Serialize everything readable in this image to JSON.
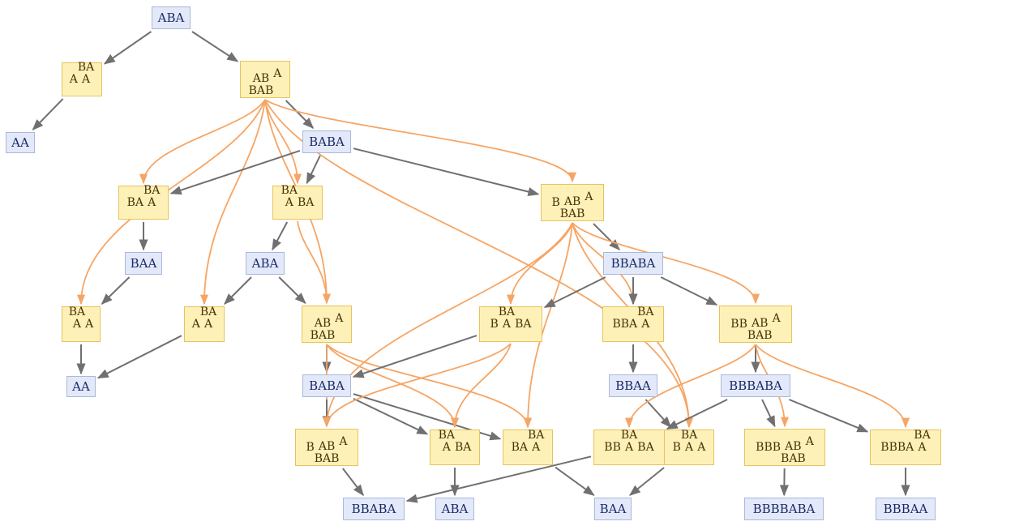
{
  "colors": {
    "blue_fill": "#e3e9f8",
    "blue_border": "#a9b8de",
    "yellow_fill": "#fdf1b8",
    "yellow_border": "#e8c35c",
    "gray_edge": "#707070",
    "orange_edge": "#f6a564"
  },
  "nodes": [
    {
      "id": "n_ABA_top",
      "kind": "blue",
      "text": "ABA"
    },
    {
      "id": "y_A_BA_A",
      "kind": "yellow",
      "parts": [
        {
          "t": "A"
        },
        {
          "s": [
            "BA",
            "A"
          ],
          "p": "up"
        }
      ]
    },
    {
      "id": "y_ABBAB_A_top",
      "kind": "yellow",
      "parts": [
        {
          "s": [
            "AB",
            "BAB"
          ],
          "p": "dn"
        },
        {
          "t": "A",
          "p": "up"
        }
      ]
    },
    {
      "id": "n_AA_1",
      "kind": "blue",
      "text": "AA"
    },
    {
      "id": "n_BABA_1",
      "kind": "blue",
      "text": "BABA"
    },
    {
      "id": "y_BA_BA_A",
      "kind": "yellow",
      "parts": [
        {
          "t": "BA"
        },
        {
          "s": [
            "BA",
            "A"
          ],
          "p": "up"
        }
      ]
    },
    {
      "id": "y_BAA_BA",
      "kind": "yellow",
      "parts": [
        {
          "s": [
            "BA",
            "A"
          ],
          "p": "up"
        },
        {
          "t": "BA"
        }
      ]
    },
    {
      "id": "y_B_ABBAB_A_1",
      "kind": "yellow",
      "parts": [
        {
          "t": "B"
        },
        {
          "s": [
            "AB",
            "BAB"
          ],
          "p": "dn"
        },
        {
          "t": "A",
          "p": "up"
        }
      ]
    },
    {
      "id": "n_BAA_1",
      "kind": "blue",
      "text": "BAA"
    },
    {
      "id": "n_ABA_2",
      "kind": "blue",
      "text": "ABA"
    },
    {
      "id": "n_BBABA_1",
      "kind": "blue",
      "text": "BBABA"
    },
    {
      "id": "y_BAA_A",
      "kind": "yellow",
      "parts": [
        {
          "s": [
            "BA",
            "A"
          ],
          "p": "up"
        },
        {
          "t": "A"
        }
      ]
    },
    {
      "id": "y_A_BA_A_2",
      "kind": "yellow",
      "parts": [
        {
          "t": "A"
        },
        {
          "s": [
            "BA",
            "A"
          ],
          "p": "up"
        }
      ]
    },
    {
      "id": "y_ABBAB_A_2",
      "kind": "yellow",
      "parts": [
        {
          "s": [
            "AB",
            "BAB"
          ],
          "p": "dn"
        },
        {
          "t": "A",
          "p": "up"
        }
      ]
    },
    {
      "id": "y_B_BAA_BA",
      "kind": "yellow",
      "parts": [
        {
          "t": "B"
        },
        {
          "s": [
            "BA",
            "A"
          ],
          "p": "up"
        },
        {
          "t": "BA"
        }
      ]
    },
    {
      "id": "y_BBA_BA_A",
      "kind": "yellow",
      "parts": [
        {
          "t": "BBA"
        },
        {
          "s": [
            "BA",
            "A"
          ],
          "p": "up"
        }
      ]
    },
    {
      "id": "y_BB_ABBAB_A",
      "kind": "yellow",
      "parts": [
        {
          "t": "BB"
        },
        {
          "s": [
            "AB",
            "BAB"
          ],
          "p": "dn"
        },
        {
          "t": "A",
          "p": "up"
        }
      ]
    },
    {
      "id": "n_AA_2",
      "kind": "blue",
      "text": "AA"
    },
    {
      "id": "n_BABA_2",
      "kind": "blue",
      "text": "BABA"
    },
    {
      "id": "n_BBAA",
      "kind": "blue",
      "text": "BBAA"
    },
    {
      "id": "n_BBBABA",
      "kind": "blue",
      "text": "BBBABA"
    },
    {
      "id": "y_B_ABBAB_A_2",
      "kind": "yellow",
      "parts": [
        {
          "t": "B"
        },
        {
          "s": [
            "AB",
            "BAB"
          ],
          "p": "dn"
        },
        {
          "t": "A",
          "p": "up"
        }
      ]
    },
    {
      "id": "y_BAA_BA_2",
      "kind": "yellow",
      "parts": [
        {
          "s": [
            "BA",
            "A"
          ],
          "p": "up"
        },
        {
          "t": "BA"
        }
      ]
    },
    {
      "id": "y_BA_BA_A_2",
      "kind": "yellow",
      "parts": [
        {
          "t": "BA"
        },
        {
          "s": [
            "BA",
            "A"
          ],
          "p": "up"
        }
      ]
    },
    {
      "id": "y_BB_BAA_BA",
      "kind": "yellow",
      "parts": [
        {
          "t": "BB"
        },
        {
          "s": [
            "BA",
            "A"
          ],
          "p": "up"
        },
        {
          "t": "BA"
        }
      ]
    },
    {
      "id": "y_B_BA_A_A",
      "kind": "yellow",
      "parts": [
        {
          "t": "B"
        },
        {
          "s": [
            "BA",
            "A"
          ],
          "p": "up"
        },
        {
          "t": "A"
        }
      ]
    },
    {
      "id": "y_BBB_ABBAB_A",
      "kind": "yellow",
      "parts": [
        {
          "t": "BBB"
        },
        {
          "s": [
            "AB",
            "BAB"
          ],
          "p": "dn"
        },
        {
          "t": "A",
          "p": "up"
        }
      ]
    },
    {
      "id": "y_BBBA_BA_A",
      "kind": "yellow",
      "parts": [
        {
          "t": "BBBA"
        },
        {
          "s": [
            "BA",
            "A"
          ],
          "p": "up"
        }
      ]
    },
    {
      "id": "n_BBABA_2",
      "kind": "blue",
      "text": "BBABA"
    },
    {
      "id": "n_ABA_3",
      "kind": "blue",
      "text": "ABA"
    },
    {
      "id": "n_BAA_2",
      "kind": "blue",
      "text": "BAA"
    },
    {
      "id": "n_BBBBABA",
      "kind": "blue",
      "text": "BBBBABA"
    },
    {
      "id": "n_BBBAA",
      "kind": "blue",
      "text": "BBBAA"
    }
  ],
  "edges": [
    {
      "from": "n_ABA_top",
      "to": "y_A_BA_A",
      "kind": "gray"
    },
    {
      "from": "n_ABA_top",
      "to": "y_ABBAB_A_top",
      "kind": "gray"
    },
    {
      "from": "y_A_BA_A",
      "to": "n_AA_1",
      "kind": "gray"
    },
    {
      "from": "y_ABBAB_A_top",
      "to": "n_BABA_1",
      "kind": "gray"
    },
    {
      "from": "y_ABBAB_A_top",
      "to": "y_BA_BA_A",
      "kind": "orange"
    },
    {
      "from": "y_ABBAB_A_top",
      "to": "y_BAA_A",
      "kind": "orange"
    },
    {
      "from": "y_ABBAB_A_top",
      "to": "y_A_BA_A_2",
      "kind": "orange"
    },
    {
      "from": "y_ABBAB_A_top",
      "to": "y_BAA_BA",
      "kind": "orange"
    },
    {
      "from": "y_ABBAB_A_top",
      "to": "y_ABBAB_A_2",
      "kind": "orange"
    },
    {
      "from": "y_ABBAB_A_top",
      "to": "y_B_ABBAB_A_1",
      "kind": "orange"
    },
    {
      "from": "y_ABBAB_A_top",
      "to": "y_B_BA_A_A",
      "kind": "orange"
    },
    {
      "from": "n_BABA_1",
      "to": "y_BA_BA_A",
      "kind": "gray"
    },
    {
      "from": "n_BABA_1",
      "to": "y_BAA_BA",
      "kind": "gray"
    },
    {
      "from": "n_BABA_1",
      "to": "y_B_ABBAB_A_1",
      "kind": "gray"
    },
    {
      "from": "y_BA_BA_A",
      "to": "n_BAA_1",
      "kind": "gray"
    },
    {
      "from": "n_BAA_1",
      "to": "y_BAA_A",
      "kind": "gray"
    },
    {
      "from": "y_BAA_BA",
      "to": "n_ABA_2",
      "kind": "gray"
    },
    {
      "from": "y_BAA_BA",
      "to": "y_ABBAB_A_2",
      "kind": "orange"
    },
    {
      "from": "n_ABA_2",
      "to": "y_A_BA_A_2",
      "kind": "gray"
    },
    {
      "from": "n_ABA_2",
      "to": "y_ABBAB_A_2",
      "kind": "gray"
    },
    {
      "from": "y_BAA_A",
      "to": "n_AA_2",
      "kind": "gray"
    },
    {
      "from": "y_A_BA_A_2",
      "to": "n_AA_2",
      "kind": "gray"
    },
    {
      "from": "y_ABBAB_A_2",
      "to": "n_BABA_2",
      "kind": "gray"
    },
    {
      "from": "y_ABBAB_A_2",
      "to": "y_B_ABBAB_A_2",
      "kind": "orange"
    },
    {
      "from": "y_ABBAB_A_2",
      "to": "y_BAA_BA_2",
      "kind": "orange"
    },
    {
      "from": "y_ABBAB_A_2",
      "to": "y_BA_BA_A_2",
      "kind": "orange"
    },
    {
      "from": "n_BABA_2",
      "to": "y_B_ABBAB_A_2",
      "kind": "gray"
    },
    {
      "from": "n_BABA_2",
      "to": "y_BAA_BA_2",
      "kind": "gray"
    },
    {
      "from": "n_BABA_2",
      "to": "y_BA_BA_A_2",
      "kind": "gray"
    },
    {
      "from": "y_B_ABBAB_A_1",
      "to": "n_BBABA_1",
      "kind": "gray"
    },
    {
      "from": "y_B_ABBAB_A_1",
      "to": "y_B_BAA_BA",
      "kind": "orange"
    },
    {
      "from": "y_B_ABBAB_A_1",
      "to": "y_BBA_BA_A",
      "kind": "orange"
    },
    {
      "from": "y_B_ABBAB_A_1",
      "to": "y_BB_ABBAB_A",
      "kind": "orange"
    },
    {
      "from": "y_B_ABBAB_A_1",
      "to": "y_B_ABBAB_A_2",
      "kind": "orange"
    },
    {
      "from": "y_B_ABBAB_A_1",
      "to": "y_BA_BA_A_2",
      "kind": "orange"
    },
    {
      "from": "y_B_ABBAB_A_1",
      "to": "y_B_BA_A_A",
      "kind": "orange"
    },
    {
      "from": "n_BBABA_1",
      "to": "y_B_BAA_BA",
      "kind": "gray"
    },
    {
      "from": "n_BBABA_1",
      "to": "y_BBA_BA_A",
      "kind": "gray"
    },
    {
      "from": "n_BBABA_1",
      "to": "y_BB_ABBAB_A",
      "kind": "gray"
    },
    {
      "from": "y_B_BAA_BA",
      "to": "n_BABA_2",
      "kind": "gray"
    },
    {
      "from": "y_B_BAA_BA",
      "to": "y_B_ABBAB_A_2",
      "kind": "orange"
    },
    {
      "from": "y_B_BAA_BA",
      "to": "y_BAA_BA_2",
      "kind": "orange"
    },
    {
      "from": "y_BBA_BA_A",
      "to": "n_BBAA",
      "kind": "gray"
    },
    {
      "from": "n_BBAA",
      "to": "y_B_BA_A_A",
      "kind": "gray"
    },
    {
      "from": "y_BB_ABBAB_A",
      "to": "n_BBBABA",
      "kind": "gray"
    },
    {
      "from": "y_BB_ABBAB_A",
      "to": "y_BB_BAA_BA",
      "kind": "orange"
    },
    {
      "from": "y_BB_ABBAB_A",
      "to": "y_BBB_ABBAB_A",
      "kind": "orange"
    },
    {
      "from": "y_BB_ABBAB_A",
      "to": "y_BBBA_BA_A",
      "kind": "orange"
    },
    {
      "from": "n_BBBABA",
      "to": "y_BB_BAA_BA",
      "kind": "gray"
    },
    {
      "from": "n_BBBABA",
      "to": "y_BBB_ABBAB_A",
      "kind": "gray"
    },
    {
      "from": "n_BBBABA",
      "to": "y_BBBA_BA_A",
      "kind": "gray"
    },
    {
      "from": "y_B_ABBAB_A_2",
      "to": "n_BBABA_2",
      "kind": "gray"
    },
    {
      "from": "y_BAA_BA_2",
      "to": "n_ABA_3",
      "kind": "gray"
    },
    {
      "from": "y_BA_BA_A_2",
      "to": "n_BAA_2",
      "kind": "gray"
    },
    {
      "from": "y_BB_BAA_BA",
      "to": "n_BBABA_2",
      "kind": "gray"
    },
    {
      "from": "y_B_BA_A_A",
      "to": "n_BAA_2",
      "kind": "gray"
    },
    {
      "from": "y_BBB_ABBAB_A",
      "to": "n_BBBBABA",
      "kind": "gray"
    },
    {
      "from": "y_BBBA_BA_A",
      "to": "n_BBBAA",
      "kind": "gray"
    }
  ]
}
